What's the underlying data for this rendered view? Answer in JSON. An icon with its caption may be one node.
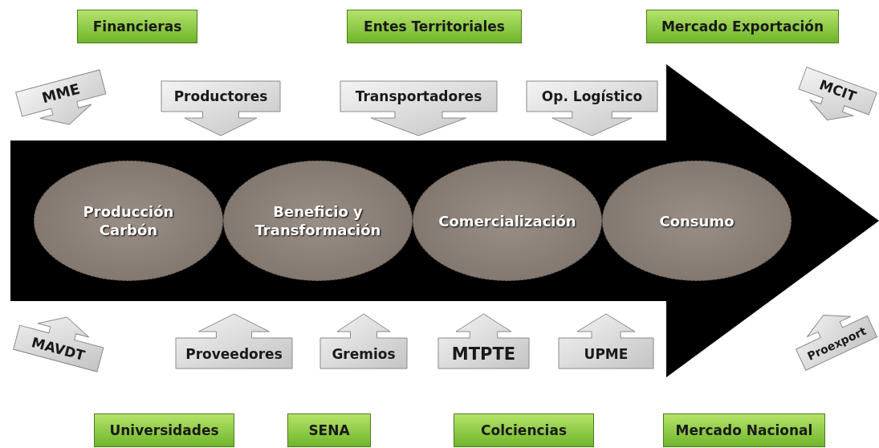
{
  "diagram": {
    "nodes": [
      {
        "text": [
          "Financieras"
        ]
      },
      {
        "text": [
          "Entes Territoriales"
        ]
      },
      {
        "text": [
          "Mercado Exportación"
        ]
      },
      {
        "text": [
          "MME"
        ]
      },
      {
        "text": [
          "Productores"
        ]
      },
      {
        "text": [
          "Transportadores"
        ]
      },
      {
        "text": [
          "Op. Logístico"
        ]
      },
      {
        "text": [
          "MCIT"
        ]
      },
      {
        "text": [],
        "shape": "arrow"
      },
      {
        "text": [
          "Producción Carbón"
        ],
        "in": 8
      },
      {
        "text": [
          "Beneficio y Transformación"
        ],
        "in": 8
      },
      {
        "text": [
          "Comercialización"
        ],
        "in": 8
      },
      {
        "text": [
          "Consumo"
        ],
        "in": 8
      },
      {
        "text": [
          "MAVDT"
        ]
      },
      {
        "text": [
          "Proveedores"
        ]
      },
      {
        "text": [
          "Gremios"
        ]
      },
      {
        "text": [
          "MTPTE"
        ]
      },
      {
        "text": [
          "UPME"
        ]
      },
      {
        "text": [
          "Proexport"
        ]
      },
      {
        "text": [
          "Universidades"
        ]
      },
      {
        "text": [
          "SENA"
        ]
      },
      {
        "text": [
          "Colciencias"
        ]
      },
      {
        "text": [
          "Mercado Nacional"
        ]
      }
    ]
  }
}
